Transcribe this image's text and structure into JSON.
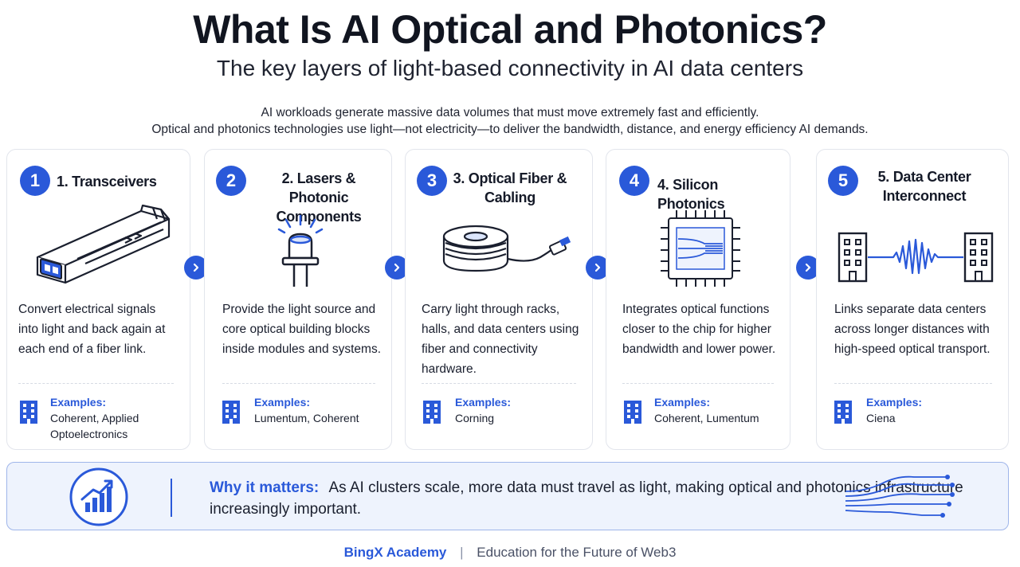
{
  "header": {
    "title": "What Is AI Optical and Photonics?",
    "subtitle": "The key layers of light-based connectivity in AI data centers",
    "intro_line1": "AI workloads generate massive data volumes that must move extremely fast and efficiently.",
    "intro_line2": "Optical and photonics technologies use light—not electricity—to deliver the bandwidth, distance, and energy efficiency AI demands."
  },
  "cards": [
    {
      "number": "1",
      "title": "1. Transceivers",
      "icon": "transceiver-icon",
      "description": "Convert electrical signals into light and back again at each end of a fiber link.",
      "examples_label": "Examples:",
      "examples": "Coherent, Applied Optoelectronics"
    },
    {
      "number": "2",
      "title": "2. Lasers & Photonic Components",
      "icon": "laser-diode-icon",
      "description": "Provide the light source and core optical building blocks inside modules and systems.",
      "examples_label": "Examples:",
      "examples": "Lumentum, Coherent"
    },
    {
      "number": "3",
      "title": "3. Optical Fiber & Cabling",
      "icon": "fiber-spool-icon",
      "description": "Carry light through racks, halls, and data centers using fiber and connectivity hardware.",
      "examples_label": "Examples:",
      "examples": "Corning"
    },
    {
      "number": "4",
      "title": "4. Silicon Photonics",
      "icon": "photonic-chip-icon",
      "description": "Integrates optical functions closer to the chip for higher bandwidth and lower power.",
      "examples_label": "Examples:",
      "examples": "Coherent, Lumentum"
    },
    {
      "number": "5",
      "title": "5. Data Center Interconnect",
      "icon": "datacenter-link-icon",
      "description": "Links separate data centers across longer distances with high-speed optical transport.",
      "examples_label": "Examples:",
      "examples": "Ciena"
    }
  ],
  "why": {
    "label": "Why it matters:",
    "text": "As AI clusters scale, more data must travel as light, making optical and photonics infrastructure increasingly important.",
    "icon": "growth-chart-icon",
    "decor_icon": "light-lines-icon"
  },
  "footer": {
    "brand": "BingX Academy",
    "separator": "|",
    "tagline": "Education for the Future of Web3"
  },
  "colors": {
    "accent": "#2a59d9",
    "text": "#1a1f2e",
    "card_border": "#e2e5ec",
    "why_bg": "#eef3fd"
  }
}
